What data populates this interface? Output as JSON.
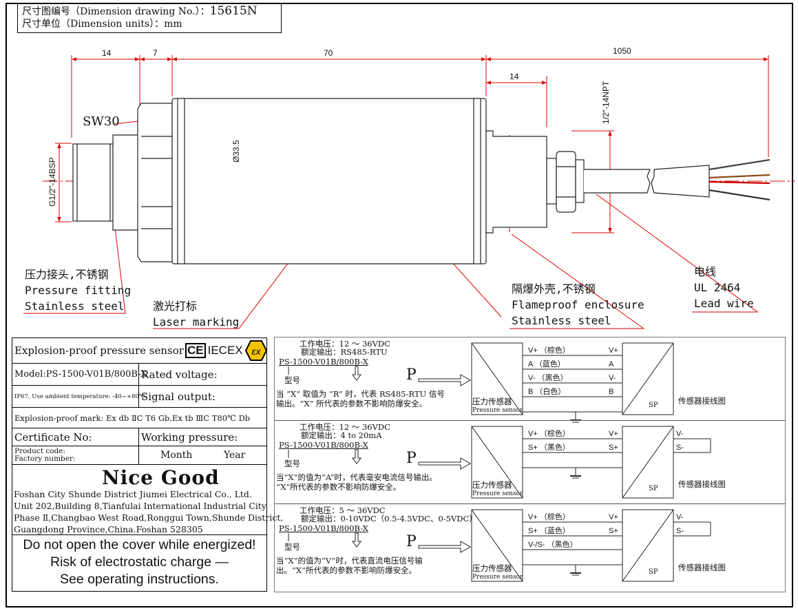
{
  "header": {
    "line1_prefix": "尺寸图编号（Dimension drawing No.）：",
    "drawing_no": "15615N",
    "line2": "尺寸单位（Dimension units）：mm"
  },
  "dimensions": {
    "d1": "14",
    "d2": "7",
    "d3": "70",
    "d4": "14",
    "d5": "1050",
    "diameter": "Ø33.5",
    "thread_left": "G1/2\"-14BSP",
    "thread_right": "1/2\"-14NPT",
    "wrench": "SW30"
  },
  "callouts": {
    "fitting_cn": "压力接头,不锈钢",
    "fitting_en1": "Pressure fitting",
    "fitting_en2": "Stainless steel",
    "laser_cn": "激光打标",
    "laser_en": "Laser marking",
    "enclosure_cn": "隔爆外壳,不锈钢",
    "enclosure_en1": "Flameproof enclosure",
    "enclosure_en2": "Stainless steel",
    "wire_cn": "电线",
    "wire_en1": "UL 2464",
    "wire_en2": "Lead wire"
  },
  "info_table": {
    "product": "Explosion-proof pressure sensor",
    "iecex": "IECEX",
    "model": "Model:PS-1500-V01B/800B-X",
    "rated_voltage": "Rated voltage:",
    "ip": "IP67, Use ambient temperature: -40~+80℃",
    "signal_output": "Signal output:",
    "ex_mark": "Explosion-proof mark: Ex db ⅡC T6 Gb,Ex tb ⅢC T80℃ Db",
    "certificate": "Certificate No:",
    "working_pressure": "Working pressure:",
    "product_code": "Product code:",
    "factory_number": "Factory number:",
    "month": "Month",
    "year": "Year",
    "logo": "Nice Good",
    "company": [
      "Foshan City Shunde District Jiumei Electrical Co., Ltd.",
      "Unit 202,Building 8,Tianfulai International Industrial City",
      "Phase Ⅱ,Changbao West Road,Ronggui Town,Shunde District,",
      "Guangdong Province,China.Foshan 528305"
    ],
    "warning": [
      "Do not open the cover while energized!",
      "Risk of electrostatic charge —",
      "See operating instructions."
    ]
  },
  "wiring": [
    {
      "voltage": "工作电压：12 ～ 36VDC",
      "output": "额定输出：RS485-RTU",
      "model": "PS-1500-V01B/800B-X",
      "model_label": "型号",
      "note1": "当 “X” 取值为 “R” 时，代表 RS485-RTU 信号",
      "note2": "输出。“X” 所代表的参数不影响防爆安全。",
      "pins": [
        {
          "l": "V+ （棕色）",
          "r": "V+"
        },
        {
          "l": "A （蓝色）",
          "r": "A"
        },
        {
          "l": "V- （黑色）",
          "r": "V-"
        },
        {
          "l": "B （白色）",
          "r": "B"
        }
      ],
      "out_pins": [],
      "sensor_cn": "压力传感器",
      "sensor_en": "Pressure sensor",
      "sp": "SP",
      "diagram_label": "传感器接线图",
      "p": "P"
    },
    {
      "voltage": "工作电压：12 ～ 36VDC",
      "output": "额定输出：4 to 20mA",
      "model": "PS-1500-V01B/800B-X",
      "model_label": "型号",
      "note1": "当“X”的值为“A”时，代表毫安电流信号输出。",
      "note2": "“X”所代表的参数不影响防爆安全。",
      "pins": [
        {
          "l": "V+ （棕色）",
          "r": "V+"
        },
        {
          "l": "S+ （黑色）",
          "r": "S+"
        }
      ],
      "out_pins": [
        "V-",
        "S-"
      ],
      "sensor_cn": "压力传感器",
      "sensor_en": "Pressure sensor",
      "sp": "SP",
      "diagram_label": "传感器接线图",
      "p": "P"
    },
    {
      "voltage": "工作电压：5 ～ 36VDC",
      "output": "额定输出：0-10VDC（0.5-4.5VDC、0-5VDC）",
      "model": "PS-1500-V01B/800B-X",
      "model_label": "型号",
      "note1": "当“X”的值为“V”时，代表直流电压信号输",
      "note2": "出。“X”所代表的参数不影响防爆安全。",
      "pins": [
        {
          "l": "V+ （棕色）",
          "r": "V+"
        },
        {
          "l": "S+ （蓝色）",
          "r": "S+"
        },
        {
          "l": "V-/S- （黑色）",
          "r": ""
        }
      ],
      "out_pins": [
        "V-",
        "S-"
      ],
      "sensor_cn": "压力传感器",
      "sensor_en": "Pressure sensor",
      "sp": "SP",
      "diagram_label": "传感器接线图",
      "p": "P"
    }
  ]
}
